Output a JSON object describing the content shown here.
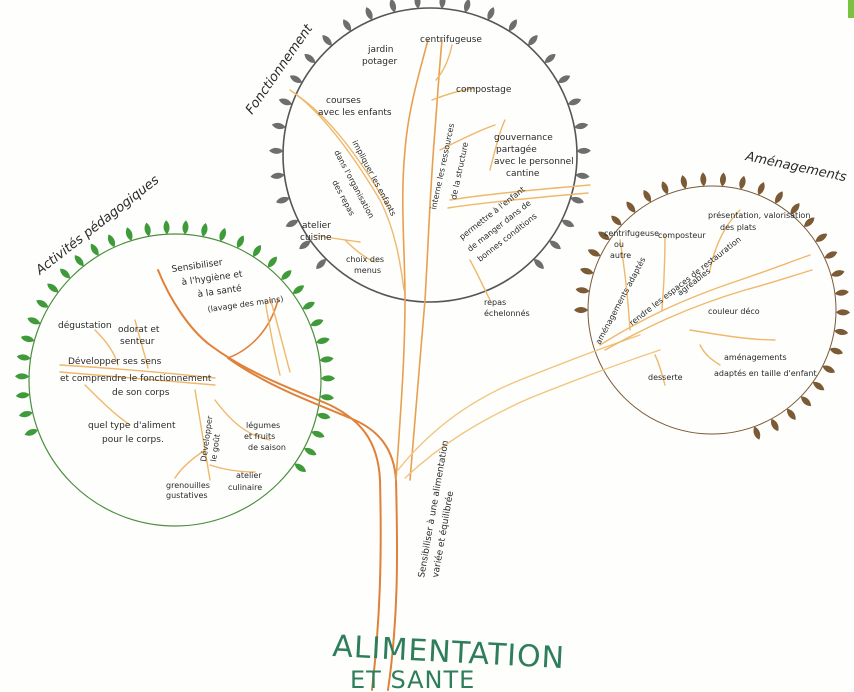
{
  "title": {
    "line1": "ALIMENTATION",
    "line2": "ET SANTE"
  },
  "colors": {
    "green_leaves": "#3f9a3a",
    "gray_leaves": "#6e6e6e",
    "brown_leaves": "#7b5a35",
    "trunk": "#e8944a",
    "branch_yellow": "#efc27a",
    "circle_stroke": "#555555",
    "title_green": "#2e7d5b",
    "corner_accent": "#7cc242"
  },
  "left_circle": {
    "category": "Activités pédagogiques",
    "labels": {
      "degustation": "dégustation",
      "odorat": "odorat et",
      "odorat2": "senteur",
      "sensibiliser1": "Sensibiliser",
      "sensibiliser2": "à l'hygiène et",
      "sensibiliser3": "à la santé",
      "sensibiliser4": "(lavage des mains)",
      "developper1": "Développer ses sens",
      "developper2": "et comprendre le fonctionnement",
      "developper3": "de son corps",
      "type1": "quel type d'aliment",
      "type2": "pour le corps.",
      "developper_gout1": "Développer",
      "developper_gout2": "le goût",
      "legumes1": "légumes",
      "legumes2": "et fruits",
      "legumes3": "de saison",
      "grenouilles1": "grenouilles",
      "grenouilles2": "gustatives",
      "atelier1": "atelier",
      "atelier2": "culinaire"
    }
  },
  "top_circle": {
    "category": "Fonctionnement",
    "labels": {
      "jardin1": "jardin",
      "jardin2": "potager",
      "centrifugeuse": "centrifugeuse",
      "compostage": "compostage",
      "courses1": "courses",
      "courses2": "avec les enfants",
      "impliquer1": "impliquer les enfants",
      "impliquer2": "dans l'organisation",
      "impliquer3": "des repas",
      "interne": "interne les ressources",
      "structure": "de la structure",
      "gouvernance1": "gouvernance",
      "gouvernance2": "partagée",
      "gouvernance3": "avec le personnel",
      "gouvernance4": "cantine",
      "atelier1": "atelier",
      "atelier2": "cuisine",
      "choix1": "choix des",
      "choix2": "menus",
      "permettre1": "permettre à l'enfant",
      "permettre2": "de manger dans de",
      "permettre3": "bonnes conditions",
      "repas1": "repas",
      "repas2": "échelonnés"
    }
  },
  "right_circle": {
    "category": "Aménagements",
    "labels": {
      "centrifugeuse1": "centrifugeuse",
      "centrifugeuse2": "ou",
      "centrifugeuse3": "autre",
      "composteur": "composteur",
      "presentation1": "présentation, valorisation",
      "presentation2": "des plats",
      "amenagements_adaptes": "aménagements adaptés",
      "rendre1": "rendre les espaces de restauration",
      "rendre2": "agréables",
      "couleur": "couleur déco",
      "desserte": "desserte",
      "amenagements1": "aménagements",
      "amenagements2": "adaptés en taille d'enfant"
    }
  },
  "trunk_label": {
    "line1": "Sensibiliser à une alimentation",
    "line2": "variée et équilibrée"
  }
}
